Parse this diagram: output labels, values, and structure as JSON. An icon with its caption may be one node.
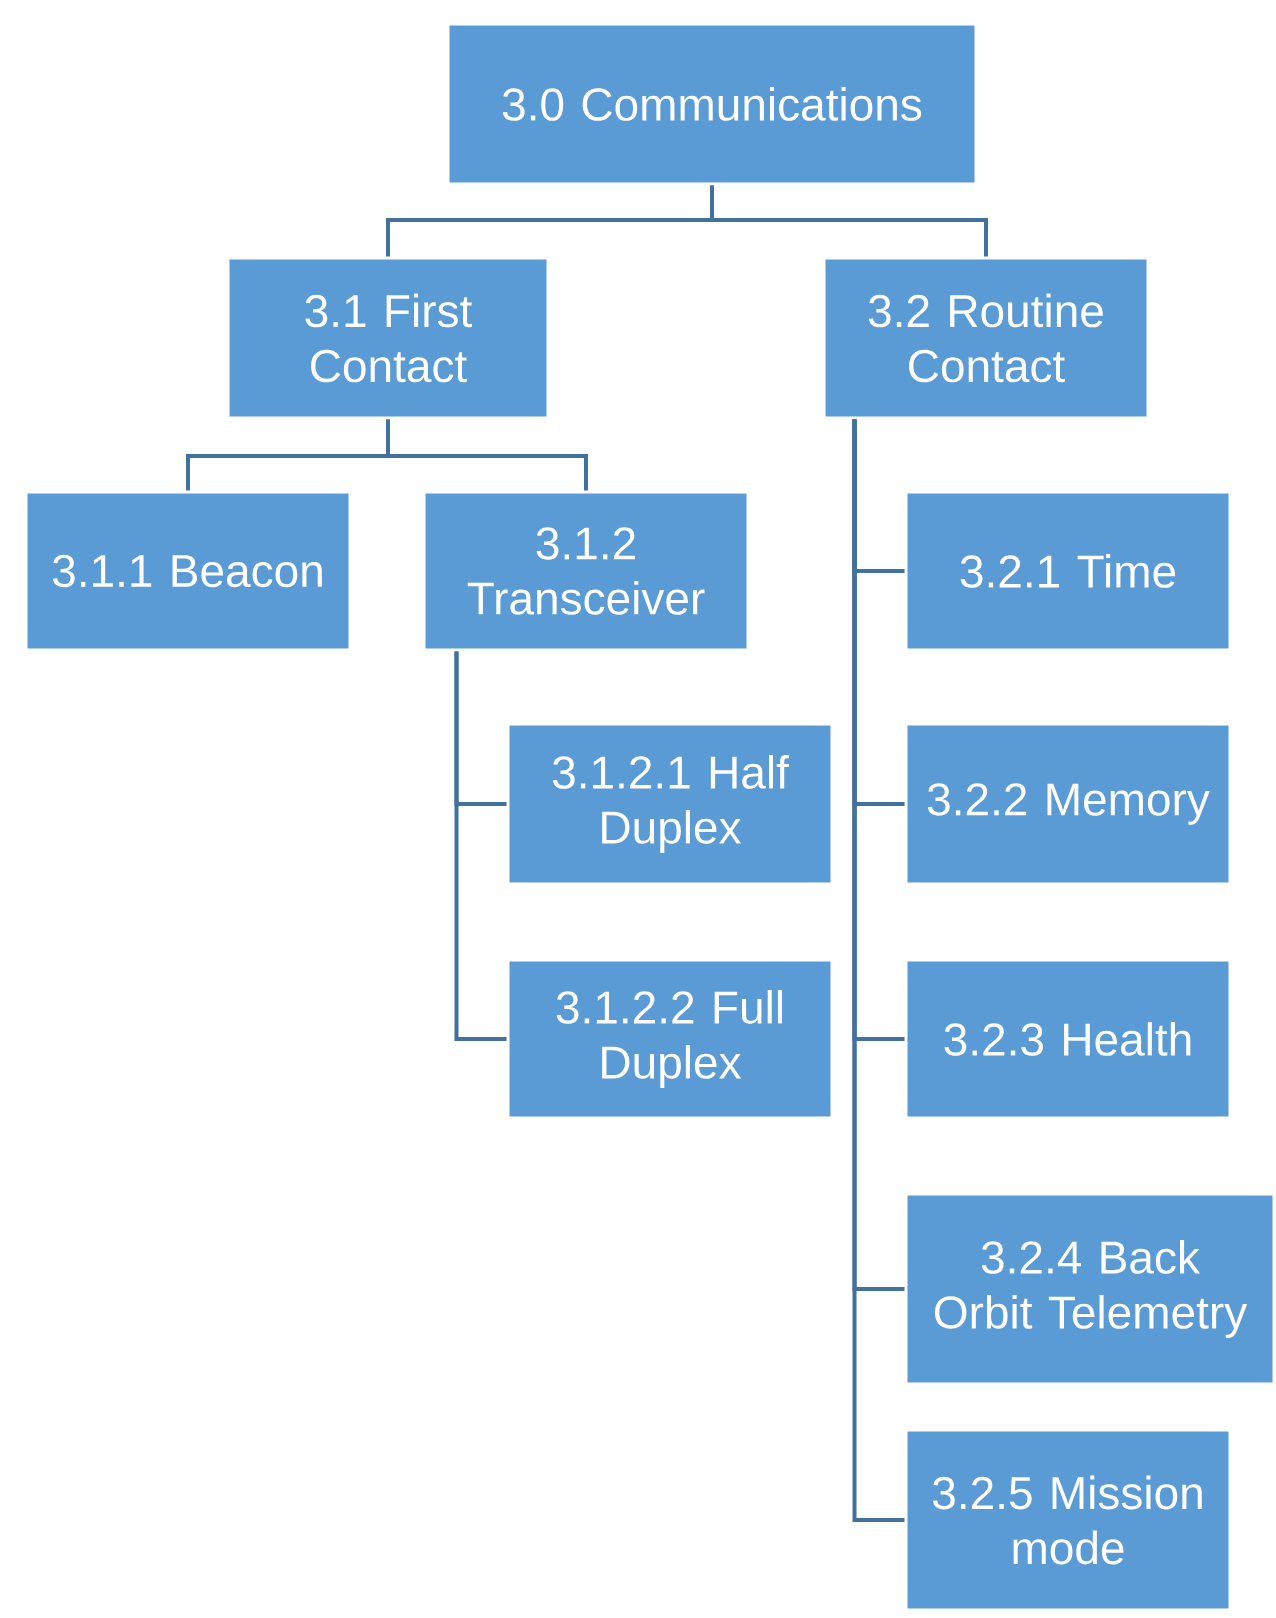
{
  "diagram": {
    "nodes": [
      {
        "text": [
          "3.0 Communications"
        ]
      },
      {
        "text": [
          "3.1 First Contact"
        ]
      },
      {
        "text": [
          "3.2 Routine Contact"
        ]
      },
      {
        "text": [
          "3.1.1 Beacon"
        ]
      },
      {
        "text": [
          "3.1.2 Transceiver"
        ]
      },
      {
        "text": [
          "3.1.2.1 Half Duplex"
        ]
      },
      {
        "text": [
          "3.1.2.2 Full Duplex"
        ]
      },
      {
        "text": [
          "3.2.1 Time"
        ]
      },
      {
        "text": [
          "3.2.2 Memory"
        ]
      },
      {
        "text": [
          "3.2.3 Health"
        ]
      },
      {
        "text": [
          "3.2.4 Back Orbit Telemetry"
        ]
      },
      {
        "text": [
          "3.2.5 Mission mode"
        ]
      }
    ],
    "edges": [
      {
        "from": 0,
        "to": 1,
        "arrow": "none"
      },
      {
        "from": 0,
        "to": 2,
        "arrow": "none"
      },
      {
        "from": 1,
        "to": 3,
        "arrow": "none"
      },
      {
        "from": 1,
        "to": 4,
        "arrow": "none"
      },
      {
        "from": 4,
        "to": 5,
        "arrow": "none"
      },
      {
        "from": 4,
        "to": 6,
        "arrow": "none"
      },
      {
        "from": 2,
        "to": 7,
        "arrow": "none"
      },
      {
        "from": 2,
        "to": 8,
        "arrow": "none"
      },
      {
        "from": 2,
        "to": 9,
        "arrow": "none"
      },
      {
        "from": 2,
        "to": 10,
        "arrow": "none"
      },
      {
        "from": 2,
        "to": 11,
        "arrow": "none"
      }
    ]
  }
}
